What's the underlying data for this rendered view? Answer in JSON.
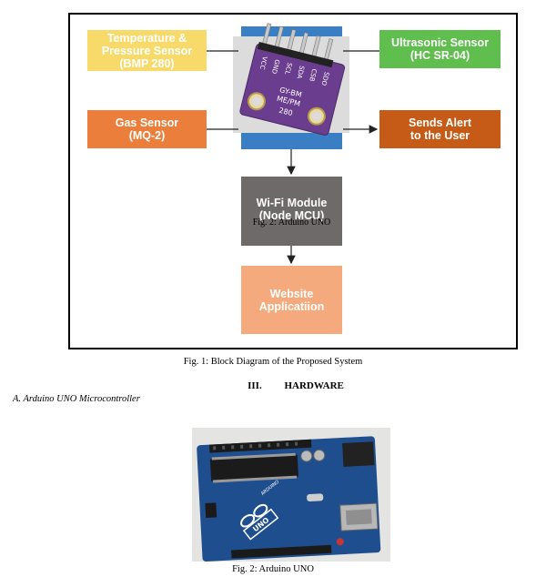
{
  "figure1": {
    "boxes": {
      "bmp": "Temperature &\nPressure Sensor\n(BMP 280)",
      "gas": "Gas Sensor\n(MQ-2)",
      "ultrasonic": "Ultrasonic Sensor\n(HC SR-04)",
      "alert": "Sends Alert\nto the User",
      "wifi": "Wi-Fi Module\n(Node MCU)",
      "website": "Website\nApplicatiion"
    },
    "sensor_board": {
      "pins": [
        "VCC",
        "GND",
        "SCL",
        "SDA",
        "CSB",
        "SDO"
      ],
      "label_line1": "GY-BM",
      "label_line2": "ME/PM",
      "label_line3": "280"
    },
    "wifi_overlay_text": "Fig. 2: Arduino UNO",
    "caption": "Fig. 1: Block Diagram of the Proposed System"
  },
  "section": {
    "heading": "III. HARDWARE",
    "subsection": "A.   Arduino UNO Microcontroller"
  },
  "figure2": {
    "board_logo": "UNO",
    "board_brand": "ARDUINO",
    "caption": "Fig. 2: Arduino UNO"
  },
  "colors": {
    "bmp": "#f8da6a",
    "gas": "#ea7e3a",
    "ultrasonic": "#5fbe4e",
    "alert": "#c65b17",
    "wifi": "#6d6a69",
    "website": "#f4aa7c",
    "board_blue": "#1f4e8f",
    "sensor_purple": "#6b3d8e"
  }
}
